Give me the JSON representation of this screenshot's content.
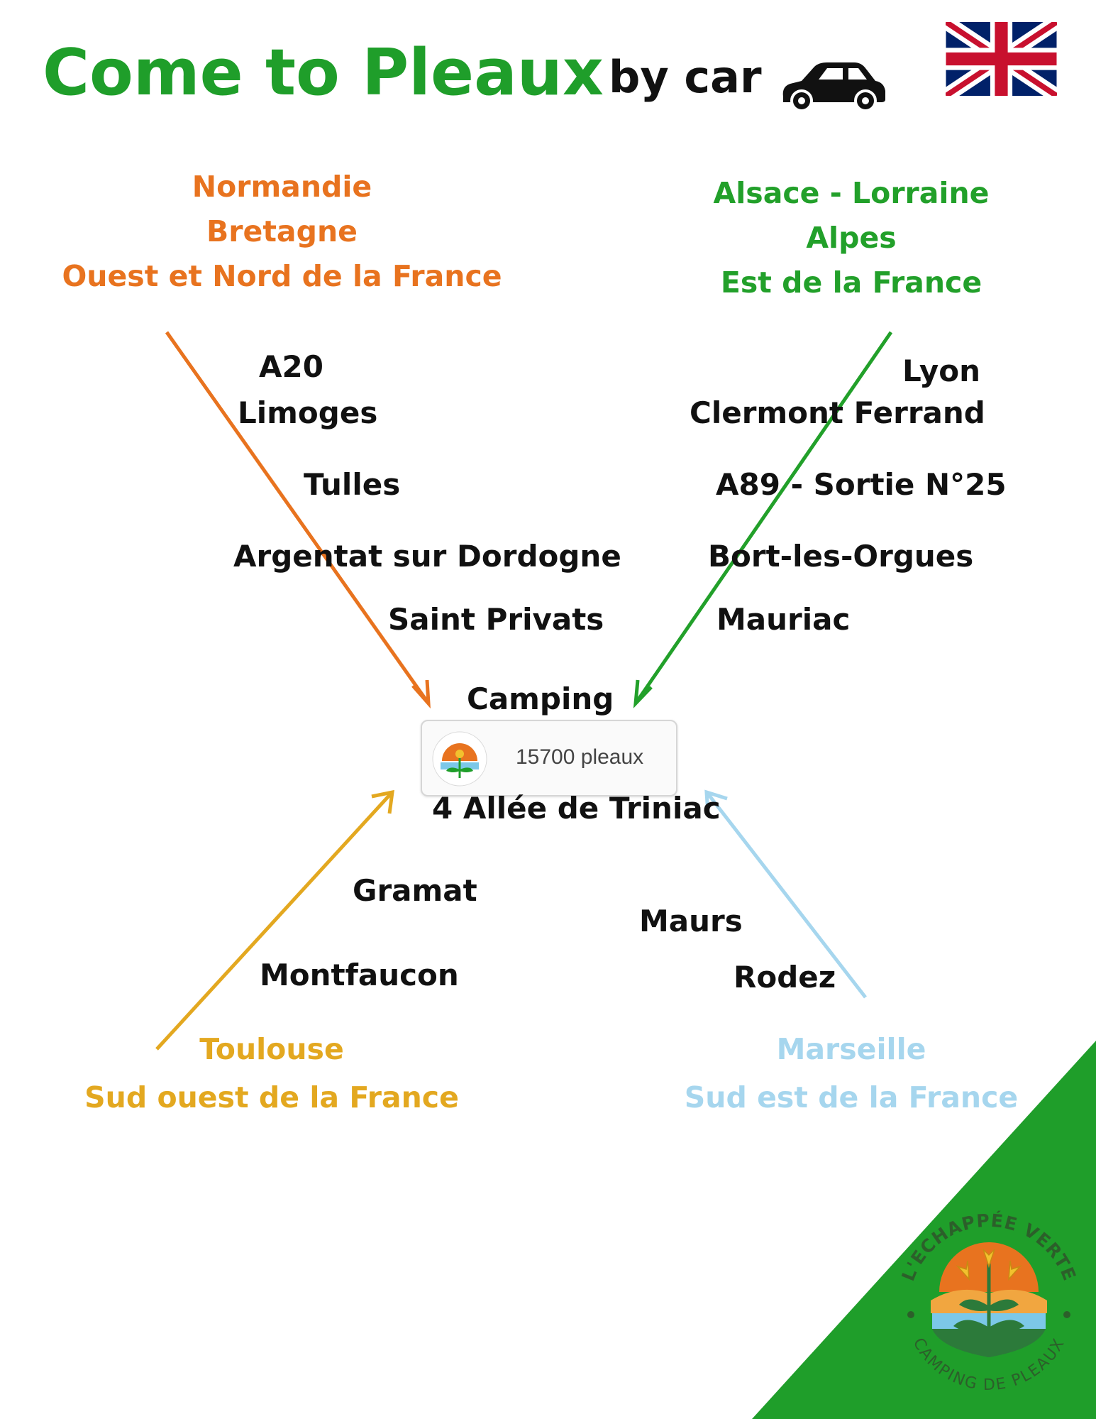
{
  "header": {
    "title": "Come to Pleaux",
    "subtitle": "by car"
  },
  "colors": {
    "title_green": "#1f9e2a",
    "orange": "#e8731f",
    "green": "#22a02a",
    "gold": "#e3a820",
    "lightblue": "#a6d6ee",
    "triangle_green": "#1f9e2a"
  },
  "icons": [
    "car-icon",
    "uk-flag-icon",
    "camping-logo-icon"
  ],
  "regions": {
    "northwest": [
      "Normandie",
      "Bretagne",
      "Ouest et Nord de la France"
    ],
    "northeast": [
      "Alsace - Lorraine",
      "Alpes",
      "Est de la France"
    ],
    "southwest": [
      "Toulouse",
      "Sud ouest de la France"
    ],
    "southeast": [
      "Marseille",
      "Sud est de la France"
    ]
  },
  "routes": {
    "northwest": [
      "A20",
      "Limoges",
      "Tulles",
      "Argentat sur Dordogne",
      "Saint Privats"
    ],
    "northeast": [
      "Lyon",
      "Clermont Ferrand",
      "A89 - Sortie N°25",
      "Bort-les-Orgues",
      "Mauriac"
    ],
    "southwest": [
      "Gramat",
      "Montfaucon"
    ],
    "southeast": [
      "Maurs",
      "Rodez"
    ]
  },
  "destination": {
    "label": "Camping",
    "card_text": "15700 pleaux",
    "address": "4 Allée de Triniac"
  },
  "logo": {
    "top_text": "L'ECHAPPÉE VERTE",
    "bottom_text": "CAMPING DE PLEAUX"
  }
}
